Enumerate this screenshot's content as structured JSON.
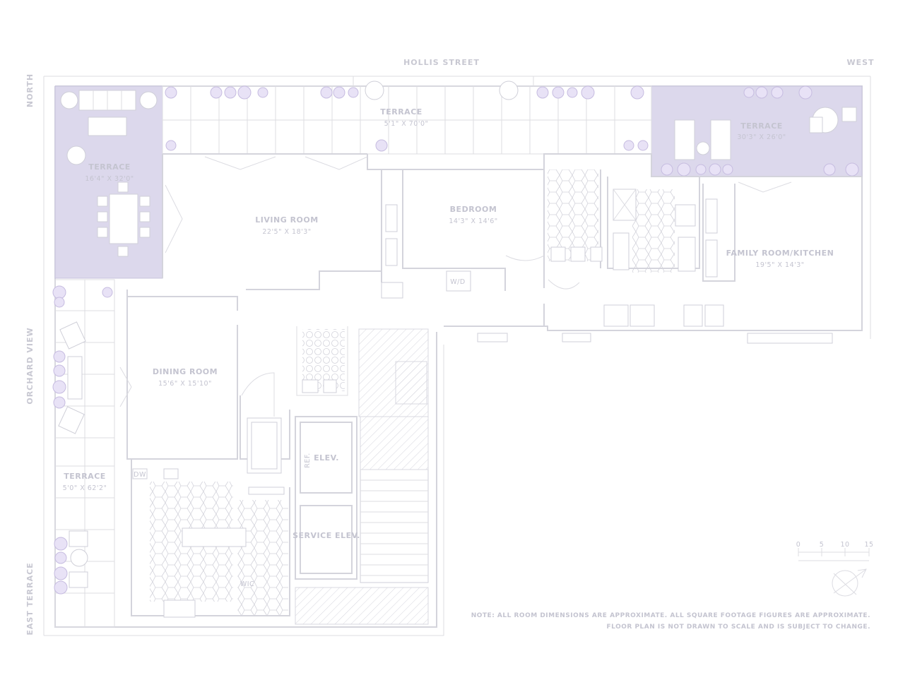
{
  "streets": {
    "top": "HOLLIS STREET",
    "top_right": "WEST",
    "left_top": "NORTH",
    "left_mid": "ORCHARD VIEW",
    "left_bottom": "EAST TERRACE"
  },
  "rooms": [
    {
      "id": "terrace-top",
      "name": "TERRACE",
      "dim": "5'1\" X 70'0\""
    },
    {
      "id": "terrace-left",
      "name": "TERRACE",
      "dim": "16'4\" X 32'0\""
    },
    {
      "id": "terrace-right",
      "name": "TERRACE",
      "dim": "30'3\" X 26'0\""
    },
    {
      "id": "terrace-bottom",
      "name": "TERRACE",
      "dim": "5'0\" X 62'2\""
    },
    {
      "id": "living",
      "name": "LIVING ROOM",
      "dim": "22'5\" X 18'3\""
    },
    {
      "id": "bedroom",
      "name": "BEDROOM",
      "dim": "14'3\" X 14'6\""
    },
    {
      "id": "family",
      "name": "FAMILY ROOM/KITCHEN",
      "dim": "19'5\" X 14'3\""
    },
    {
      "id": "dining",
      "name": "DINING ROOM",
      "dim": "15'6\" X 15'10\""
    }
  ],
  "fixtures": {
    "elevator": "ELEV.",
    "service_elevator": "SERVICE ELEV.",
    "washer_dryer": "W/D",
    "ref": "REF.",
    "dw": "DW",
    "wic": "WIC"
  },
  "scale": {
    "ticks": [
      "0",
      "5",
      "10",
      "15"
    ]
  },
  "compass": {
    "name": "north-arrow"
  },
  "note": {
    "line1": "NOTE: ALL ROOM DIMENSIONS ARE APPROXIMATE. ALL SQUARE FOOTAGE FIGURES ARE APPROXIMATE.",
    "line2": "FLOOR PLAN IS NOT DRAWN TO SCALE AND IS SUBJECT TO CHANGE."
  }
}
